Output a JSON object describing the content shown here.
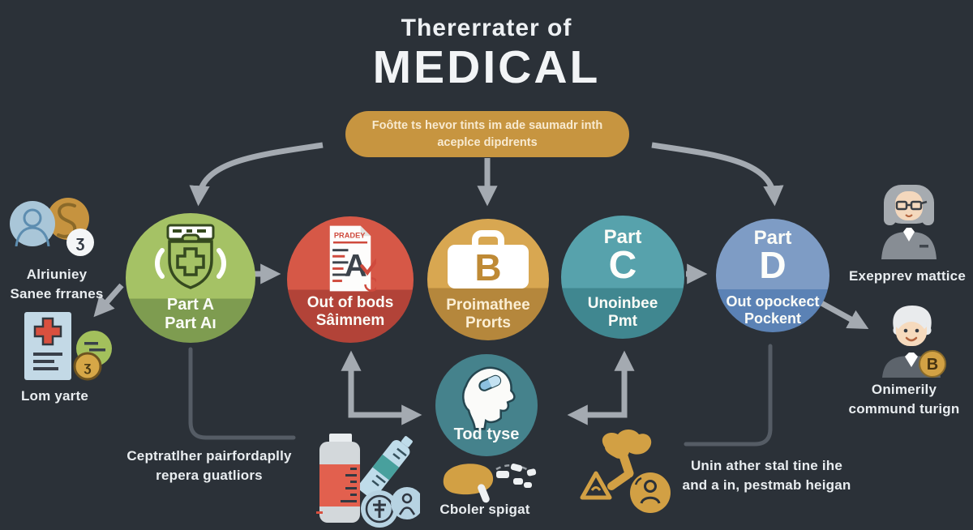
{
  "title": {
    "subtitle": "Thererrater of",
    "main": "MEDICAL"
  },
  "banner": {
    "line1": "Foôtte ts hevor tints im ade saumadr inth",
    "line2": "aceplce dipdrents"
  },
  "parts": [
    {
      "name": "part-a",
      "label1": "Part A",
      "label2": "Part Aı",
      "top_color": "#a5c265",
      "bottom_color": "#7e9c50",
      "icon": "medical-kit-icon"
    },
    {
      "name": "part-b-claims",
      "label1": "Out of bods",
      "label2": "Sâimnem",
      "top_color": "#d65847",
      "bottom_color": "#b24338",
      "icon": "graded-document-icon",
      "doc_title": "PRADEY",
      "doc_letter": "A"
    },
    {
      "name": "part-b-briefcase",
      "label1": "Proimathee",
      "label2": "Prorts",
      "top_color": "#d8a751",
      "bottom_color": "#b5873c",
      "icon": "briefcase-icon",
      "case_letter": "B"
    },
    {
      "name": "part-c",
      "word": "Part",
      "letter": "C",
      "label1": "Unoinbee",
      "label2": "Pmt",
      "top_color": "#57a2ac",
      "bottom_color": "#408790"
    },
    {
      "name": "part-d",
      "word": "Part",
      "letter": "D",
      "label1": "Out opockect",
      "label2": "Pockent",
      "top_color": "#7e9cc5",
      "bottom_color": "#5b82b5"
    }
  ],
  "left_column": {
    "people_caption_line1": "Alriuniey",
    "people_caption_line2": "Sanee frranes",
    "badge_glyph": "ʒ",
    "doc_caption": "Lom yarte",
    "coin_glyph": "ʒ",
    "regulations_caption_line1": "Ceptratlher pairfordaplly",
    "regulations_caption_line2": "repera guatliors"
  },
  "center_bottom": {
    "head_circle_caption": "Tod tyse",
    "hand_caption": "Cboler spigat"
  },
  "bottom_right": {
    "caption_line1": "Unin ather stal tine ihe",
    "caption_line2": "and a in, pestmab heigan"
  },
  "right_column": {
    "advisor_caption": "Exepprev mattice",
    "senior_caption_line1": "Onimerily",
    "senior_caption_line2": "commund turign",
    "coin_letter": "B"
  },
  "icons": {
    "medical-kit-icon": "first-aid shield with cross",
    "graded-document-icon": "document with letter grade and checkmark",
    "briefcase-icon": "briefcase with letter B",
    "head-profile-icon": "head profile with pill on brain",
    "person-avatar-icon": "person outline in circle",
    "money-swirl-icon": "gold circle with swirl",
    "medical-record-icon": "document with red cross, notes circle and coin",
    "pill-bottle-icon": "pill bottle, syringe and two badges",
    "hand-pills-icon": "gold hand dispensing pills",
    "warning-person-icon": "gold blob, warning triangle and person circle",
    "woman-glasses-icon": "elderly woman with glasses",
    "senior-man-icon": "elderly man with gold coin"
  },
  "colors": {
    "background": "#2b3138",
    "arrow": "#a4aab1",
    "connector": "#555c65",
    "banner_gold": "#c79540",
    "tod_teal": "#45828c",
    "gold_icon": "#d2a044",
    "text_light": "#e9edf0"
  }
}
